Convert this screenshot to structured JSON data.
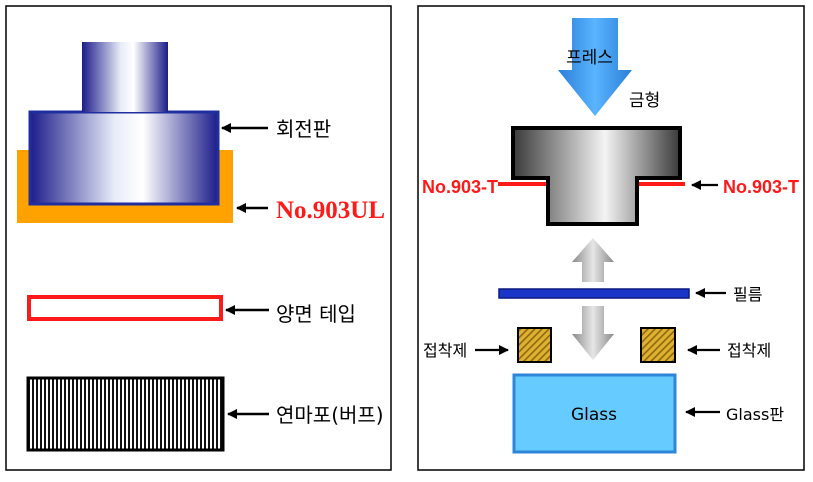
{
  "left_panel": {
    "labels": {
      "rotating_plate": "회전판",
      "pad_product": "No.903UL",
      "double_tape": "양면 테입",
      "buff_cloth": "연마포(버프)"
    }
  },
  "right_panel": {
    "labels": {
      "press": "프레스",
      "mold": "금형",
      "tape_left": "No.903-T",
      "tape_right": "No.903-T",
      "film": "필름",
      "adhesive_left": "접착제",
      "adhesive_right": "접착제",
      "glass_inner": "Glass",
      "glass_plate": "Glass판"
    }
  },
  "colors": {
    "accent_red": "#ff1a1a",
    "pad_orange": "#ffa200",
    "plate_blue": "#1f2fa0",
    "glass_blue": "#66ccff",
    "press_arrow": "#3399ee",
    "adhesive_gold": "#d4a017",
    "film_blue": "#2233cc"
  }
}
